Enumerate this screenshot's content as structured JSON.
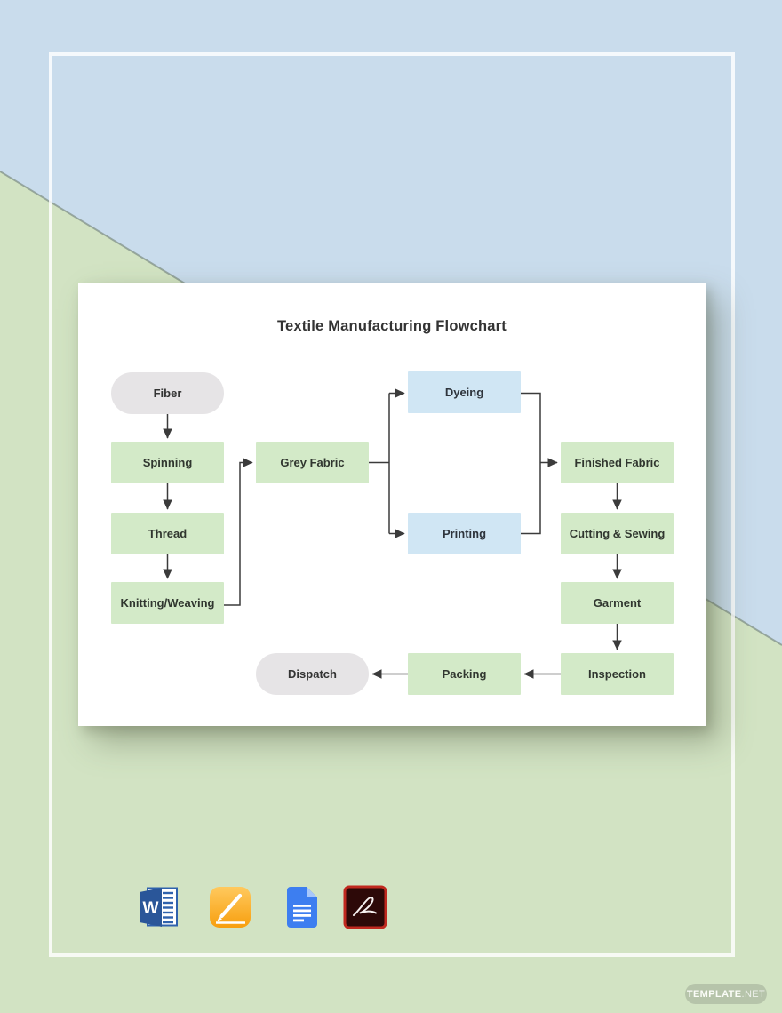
{
  "flowchart": {
    "title": "Textile Manufacturing Flowchart",
    "nodes": [
      {
        "id": "fiber",
        "label": "Fiber",
        "shape": "terminator",
        "fill": "#e6e4e6"
      },
      {
        "id": "spinning",
        "label": "Spinning",
        "shape": "process",
        "fill": "#d3eac8"
      },
      {
        "id": "thread",
        "label": "Thread",
        "shape": "process",
        "fill": "#d3eac8"
      },
      {
        "id": "knitting-weaving",
        "label": "Knitting/Weaving",
        "shape": "process",
        "fill": "#d3eac8"
      },
      {
        "id": "grey-fabric",
        "label": "Grey Fabric",
        "shape": "process",
        "fill": "#d3eac8"
      },
      {
        "id": "dyeing",
        "label": "Dyeing",
        "shape": "process",
        "fill": "#d0e6f4"
      },
      {
        "id": "printing",
        "label": "Printing",
        "shape": "process",
        "fill": "#d0e6f4"
      },
      {
        "id": "finished-fabric",
        "label": "Finished Fabric",
        "shape": "process",
        "fill": "#d3eac8"
      },
      {
        "id": "cutting-sewing",
        "label": "Cutting & Sewing",
        "shape": "process",
        "fill": "#d3eac8"
      },
      {
        "id": "garment",
        "label": "Garment",
        "shape": "process",
        "fill": "#d3eac8"
      },
      {
        "id": "inspection",
        "label": "Inspection",
        "shape": "process",
        "fill": "#d3eac8"
      },
      {
        "id": "packing",
        "label": "Packing",
        "shape": "process",
        "fill": "#d3eac8"
      },
      {
        "id": "dispatch",
        "label": "Dispatch",
        "shape": "terminator",
        "fill": "#e6e4e6"
      }
    ],
    "edges": [
      [
        "fiber",
        "spinning"
      ],
      [
        "spinning",
        "thread"
      ],
      [
        "thread",
        "knitting-weaving"
      ],
      [
        "knitting-weaving",
        "grey-fabric"
      ],
      [
        "grey-fabric",
        "dyeing"
      ],
      [
        "grey-fabric",
        "printing"
      ],
      [
        "dyeing",
        "finished-fabric"
      ],
      [
        "printing",
        "finished-fabric"
      ],
      [
        "finished-fabric",
        "cutting-sewing"
      ],
      [
        "cutting-sewing",
        "garment"
      ],
      [
        "garment",
        "inspection"
      ],
      [
        "inspection",
        "packing"
      ],
      [
        "packing",
        "dispatch"
      ]
    ]
  },
  "format_icons": [
    {
      "name": "ms-word-icon"
    },
    {
      "name": "apple-pages-icon"
    },
    {
      "name": "google-docs-icon"
    },
    {
      "name": "adobe-pdf-icon"
    }
  ],
  "brand": {
    "bold": "TEMPLATE",
    "rest": ".NET"
  },
  "colors": {
    "background_blue": "#c9dcec",
    "background_green": "#d2e3c3",
    "process_fill": "#d3eac8",
    "alternate_fill": "#d0e6f4",
    "terminator_fill": "#e6e4e6",
    "connector": "#3b3b3b",
    "card": "#ffffff"
  }
}
